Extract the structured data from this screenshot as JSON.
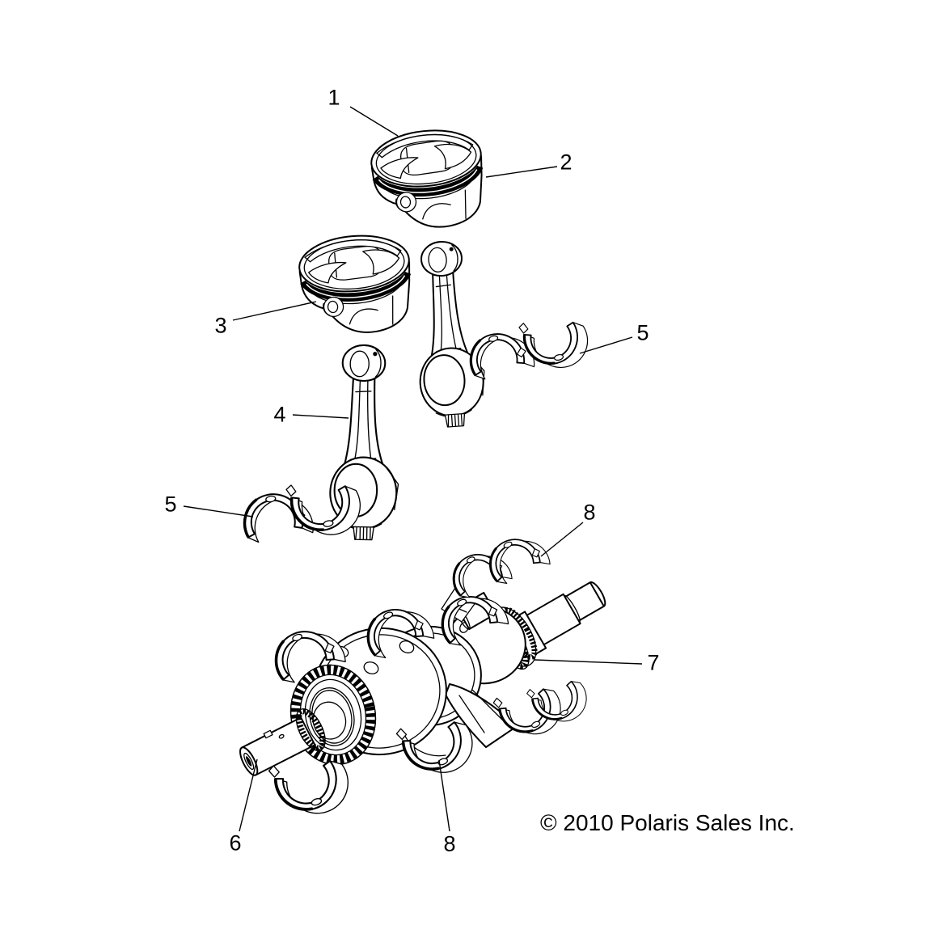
{
  "diagram": {
    "copyright": "© 2010 Polaris Sales Inc.",
    "colors": {
      "ink": "#000000",
      "paper": "#ffffff"
    },
    "callouts": [
      {
        "label": "1"
      },
      {
        "label": "2"
      },
      {
        "label": "3"
      },
      {
        "label": "4"
      },
      {
        "label": "5"
      },
      {
        "label": "5"
      },
      {
        "label": "6"
      },
      {
        "label": "7"
      },
      {
        "label": "8"
      },
      {
        "label": "8"
      }
    ]
  }
}
